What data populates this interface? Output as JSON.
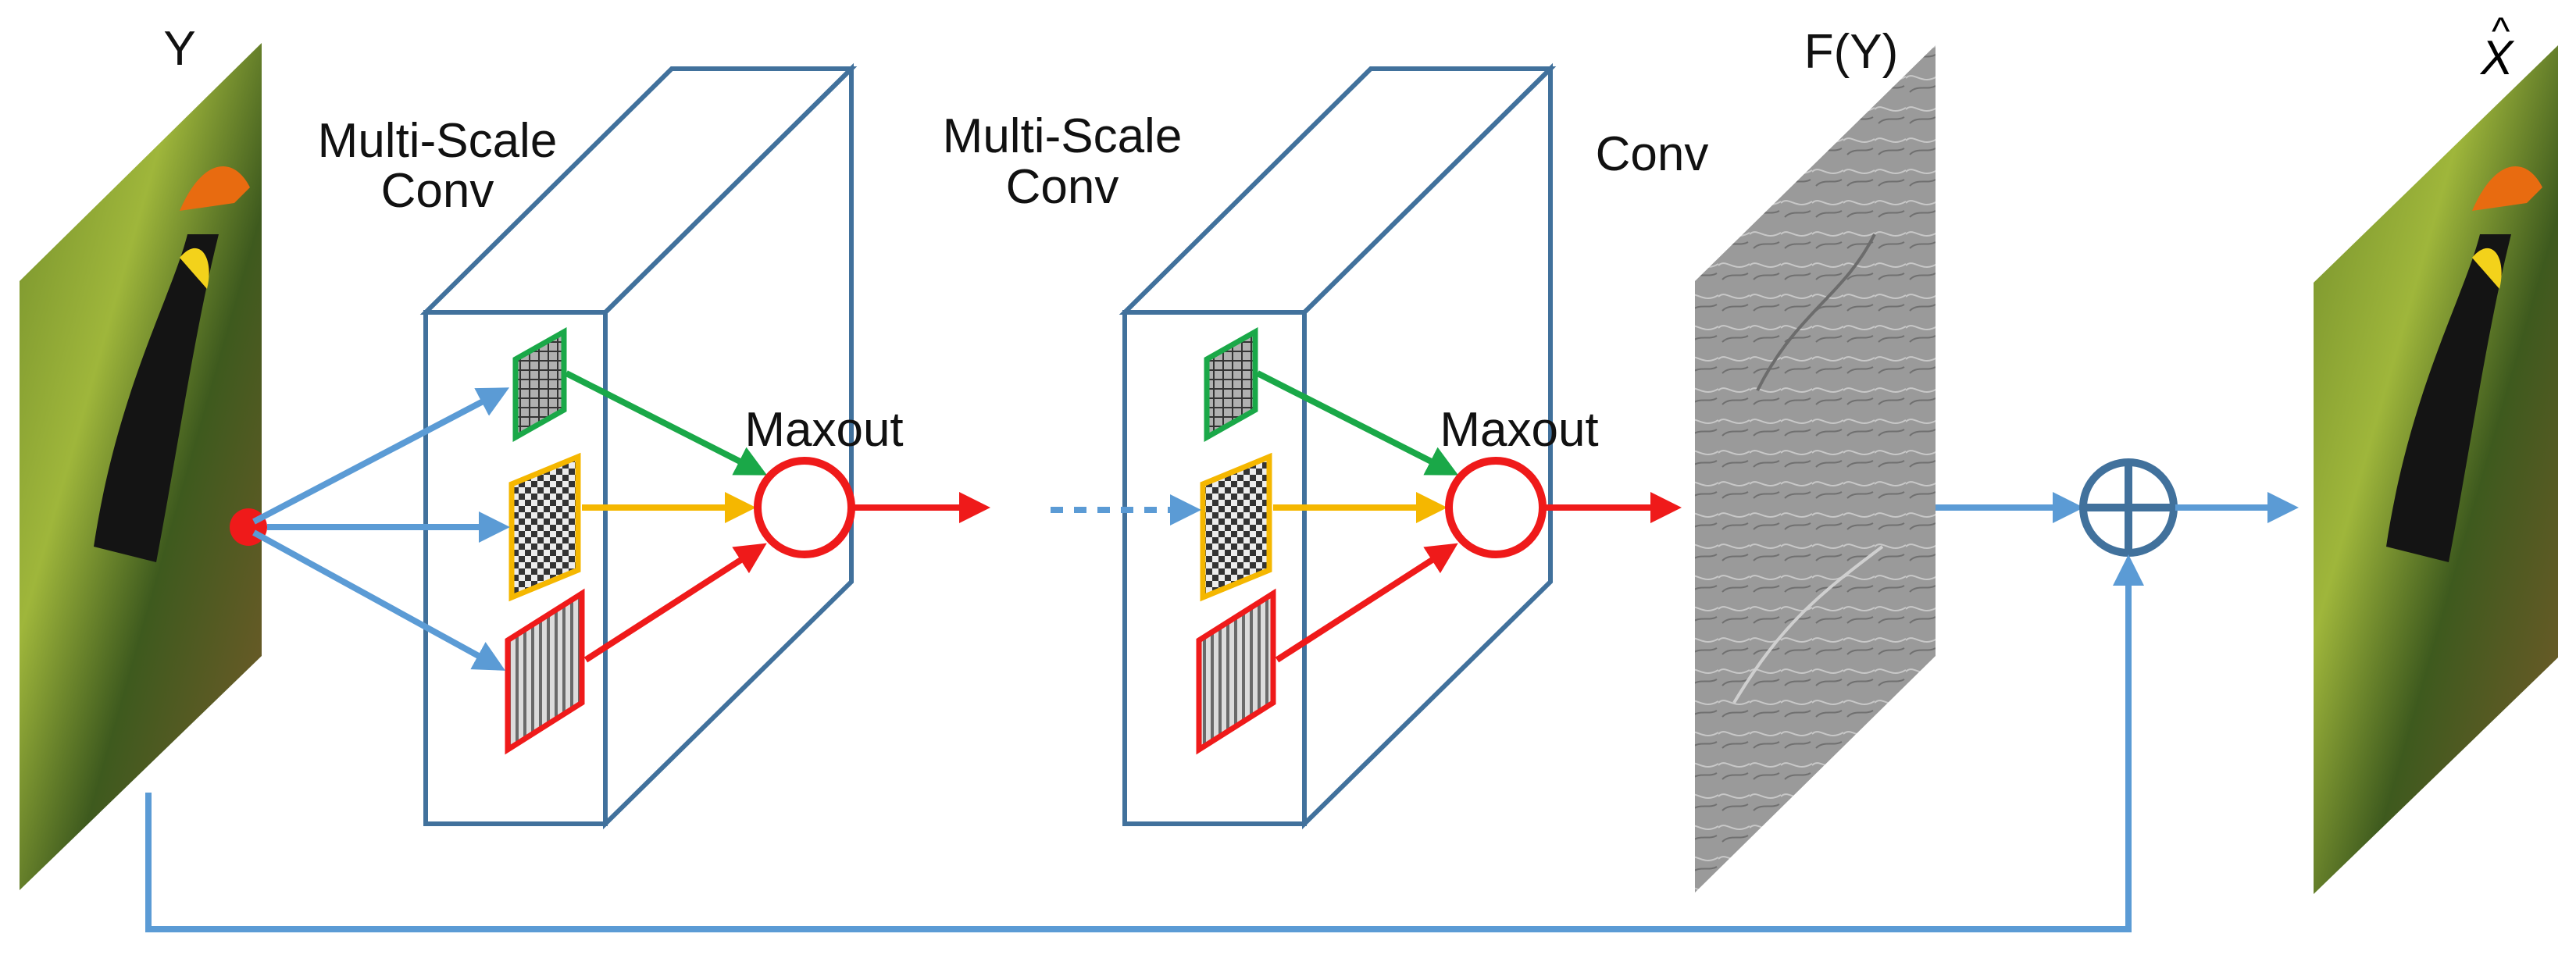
{
  "labels": {
    "input": "Y",
    "block1": [
      "Multi-Scale",
      "Conv"
    ],
    "block2": [
      "Multi-Scale",
      "Conv"
    ],
    "maxout1": "Maxout",
    "maxout2": "Maxout",
    "conv": "Conv",
    "residual": "F(Y)",
    "output_base": "X",
    "output_hat": "^"
  },
  "colors": {
    "blue": "#5b9bd5",
    "box": "#41719c",
    "red": "#ef1a1a",
    "green": "#1aa848",
    "yellow": "#f5b700",
    "sum": "#41719c"
  },
  "icons": {
    "input_image": "toucan-image",
    "residual_image": "gray-residual-map",
    "output_image": "toucan-image",
    "sum": "plus-circle-icon"
  }
}
